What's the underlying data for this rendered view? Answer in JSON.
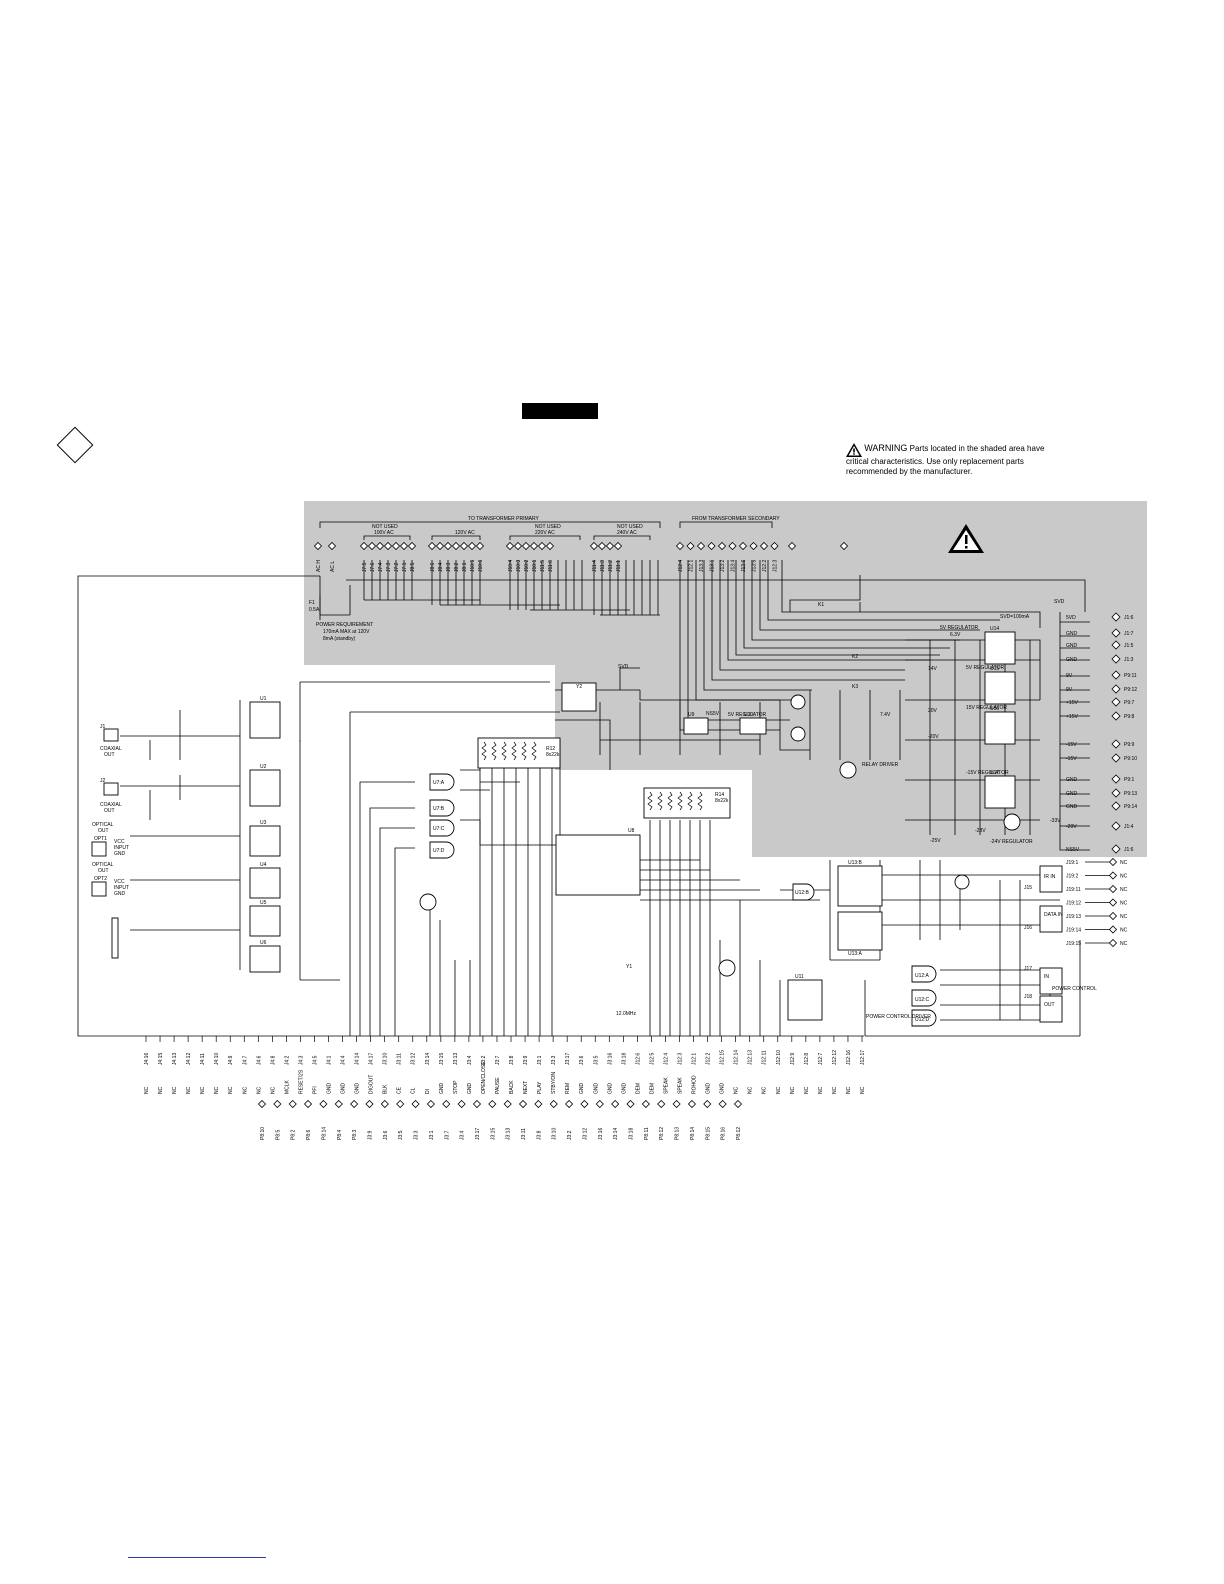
{
  "warning": {
    "prefix": "WARNING",
    "text": "Parts located in the shaded area have critical characteristics. Use only replacement parts recommended by the manufacturer."
  },
  "sections": {
    "primary": "TO TRANSFORMER PRIMARY",
    "secondary": "FROM TRANSFORMER SECONDARY",
    "not_used_1": "NOT USED",
    "not_used_2": "NOT USED",
    "not_used_3": "NOT USED",
    "v100": "100V AC",
    "v120": "120V AC",
    "v220": "220V AC",
    "v240": "240V AC"
  },
  "power_requirement": [
    "POWER REQUIREMENT",
    "170mA MAX at 120V",
    "8mA (standby)"
  ],
  "fuse": [
    "F1",
    "0.5A"
  ],
  "primary_pins": [
    "AC H",
    "AC L",
    "J7:5",
    "J7:6",
    "J7:4",
    "J7:3",
    "J7:2",
    "J7:1",
    "J8:5",
    "J8:6",
    "J8:4",
    "J8:3",
    "J8:2",
    "J8:1",
    "J10:5",
    "J10:6",
    "J10:4",
    "J10:3",
    "J10:2",
    "J10:1",
    "J11:5",
    "J11:6",
    "J11:4",
    "J11:3",
    "J11:2",
    "J11:1"
  ],
  "secondary_pins": [
    "J12:4",
    "J12:1",
    "J13:3",
    "J13:1",
    "J13:2",
    "J13:4",
    "J13:6",
    "J13:5",
    "J12:2",
    "J12:3"
  ],
  "regulators": {
    "r5v_top": "5V REGULATOR",
    "r5v_mid": "5V REGULATOR",
    "r15v": "15V REGULATOR",
    "r_minus15v": "-15V REGULATOR",
    "r_minus24v": "-24V REGULATOR",
    "r5v_left": "5V REGULATOR",
    "relay_driver": "RELAY DRIVER",
    "power_control_driver": "POWER CONTROL DRIVER",
    "svd_current": "SVD=100mA"
  },
  "rails": {
    "svd": "SVD",
    "nsv": "NS5V",
    "v63": "6.3V",
    "v14": "14V",
    "v20": "20V",
    "vm20": "-20V",
    "v74": "7.4V",
    "vm25": "-25V",
    "vm33": "-33V",
    "vm28": "-28V"
  },
  "right_connectors": [
    {
      "label": "5VD",
      "pin": "J1:6"
    },
    {
      "label": "GND",
      "pin": "J1:7"
    },
    {
      "label": "GND",
      "pin": "J1:5"
    },
    {
      "label": "GND",
      "pin": "J1:3"
    },
    {
      "label": "9V",
      "pin": "P9:11"
    },
    {
      "label": "9V",
      "pin": "P9:12"
    },
    {
      "label": "+15V",
      "pin": "P9:7"
    },
    {
      "label": "+15V",
      "pin": "P9:8"
    },
    {
      "label": "-15V",
      "pin": "P9:9"
    },
    {
      "label": "-15V",
      "pin": "P9:10"
    },
    {
      "label": "GND",
      "pin": "P9:1"
    },
    {
      "label": "GND",
      "pin": "P9:13"
    },
    {
      "label": "GND",
      "pin": "P9:14"
    },
    {
      "label": "-20V",
      "pin": "J1:4"
    },
    {
      "label": "NS5V",
      "pin": "J1:6"
    }
  ],
  "right_nc": [
    "J19:1",
    "J19:2",
    "J19:11",
    "J19:12",
    "J19:13",
    "J19:14",
    "J19:15"
  ],
  "nc": "NC",
  "inputs": {
    "coaxial1": [
      "J1",
      "COAXIAL",
      "OUT"
    ],
    "coaxial2": [
      "J2",
      "COAXIAL",
      "OUT"
    ],
    "optical1": [
      "OPTICAL",
      "OUT",
      "OPT1"
    ],
    "optical2": [
      "OPTICAL",
      "OUT",
      "OPT2"
    ],
    "vcc": "VCC",
    "input": "INPUT",
    "gnd": "GND"
  },
  "ic_labels": {
    "u1": "U1",
    "u2": "U2",
    "u3": "U3",
    "u4": "U4",
    "u5": "U5",
    "u6": "U6",
    "u7a": "U7:A",
    "u7b": "U7:B",
    "u7c": "U7:C",
    "u7d": "U7:D",
    "u8": "U8",
    "u9": "U9",
    "u10": "U10",
    "u11": "U11",
    "u12a": "U12:A",
    "u12b": "U12:B",
    "u12c": "U12:C",
    "u12d": "U12:D",
    "u13a": "U13:A",
    "u13b": "U13:B",
    "u14": "U14",
    "u15": "U15",
    "u16": "U16",
    "u17": "U17",
    "y2": "Y2",
    "y1": "Y1",
    "k1": "K1",
    "k2": "K2",
    "k3": "K3",
    "r12": "R12",
    "r12v": "8x22k",
    "r14": "R14",
    "r14v": "8x22k",
    "crystal": "12.0MHz",
    "ir_in": "IR IN",
    "data_in": "DATA IN",
    "in": "IN",
    "out": "OUT",
    "power_control": "POWER CONTROL",
    "j15": "J15",
    "j16": "J16",
    "j17": "J17",
    "j18": "J18"
  },
  "bottom_signals": [
    "NC",
    "NC",
    "NC",
    "NC",
    "NC",
    "NC",
    "NC",
    "NC",
    "NC",
    "NC",
    "MCLK",
    "RESET/2S",
    "PFI",
    "GND",
    "GND",
    "GND",
    "DIGOUT",
    "BLK",
    "CE",
    "CL",
    "DI",
    "GND",
    "STOP",
    "GND",
    "OPEN/CLOSE",
    "PAUSE",
    "BACK",
    "NEXT",
    "PLAY",
    "STBY/ON",
    "REM",
    "GND",
    "GND",
    "GND",
    "GND",
    "DEM",
    "DEM",
    "SPEAK",
    "SPEAK",
    "ROHOD",
    "GND",
    "GND",
    "NC",
    "NC",
    "NC",
    "NC",
    "NC",
    "NC",
    "NC",
    "NC",
    "NC",
    "NC"
  ],
  "bottom_pins_top": [
    "J4:16",
    "J4:15",
    "J4:13",
    "J4:12",
    "J4:11",
    "J4:10",
    "J4:9",
    "J4:7",
    "J4:6",
    "J4:8",
    "J4:2",
    "J4:3",
    "J4:5",
    "J4:1",
    "J4:4",
    "J4:14",
    "J4:17",
    "J3:10",
    "J3:11",
    "J3:12",
    "J3:14",
    "J3:15",
    "J3:13",
    "J3:4",
    "J3:2",
    "J3:7",
    "J3:8",
    "J3:9",
    "J3:1",
    "J3:3",
    "J3:17",
    "J3:6",
    "J3:5",
    "J3:16",
    "J3:18",
    "J12:6",
    "J12:5",
    "J12:4",
    "J12:3",
    "J12:1",
    "J12:2",
    "J12:15",
    "J12:14",
    "J12:13",
    "J12:11",
    "J12:10",
    "J12:9",
    "J12:8",
    "J12:7",
    "J12:12",
    "J12:16",
    "J12:17"
  ],
  "bottom_pins_low": [
    "P8:10",
    "P8:5",
    "P8:2",
    "P8:6",
    "P8:14",
    "P8:4",
    "P8:3",
    "J3:9",
    "J3:6",
    "J3:5",
    "J3:3",
    "J3:1",
    "J3:7",
    "J3:4",
    "J3:17",
    "J3:15",
    "J3:13",
    "J3:11",
    "J3:8",
    "J3:10",
    "J3:2",
    "J3:12",
    "J3:16",
    "J3:14",
    "J3:18",
    "P8:11",
    "P8:12",
    "P8:13",
    "P8:14",
    "P8:15",
    "P8:16",
    "P8:12"
  ]
}
